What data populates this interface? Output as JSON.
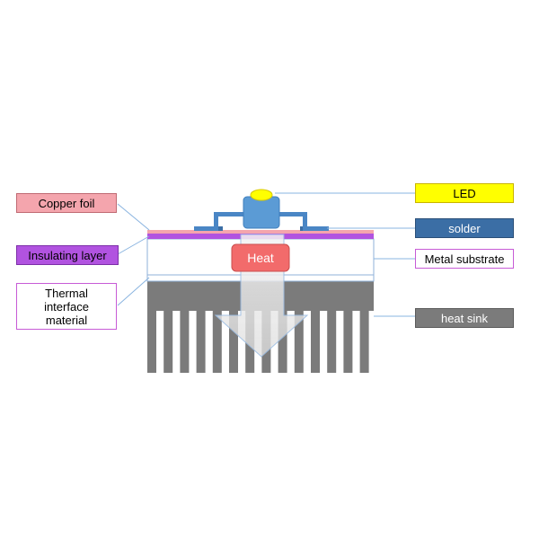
{
  "labels": {
    "copper_foil": "Copper foil",
    "insulating_layer": "Insulating layer",
    "thermal_interface_line1": "Thermal",
    "thermal_interface_line2": "interface",
    "thermal_interface_line3": "material",
    "led": "LED",
    "solder": "solder",
    "metal_substrate": "Metal substrate",
    "heat_sink": "heat sink",
    "heat": "Heat"
  },
  "colors": {
    "copper_foil": "#f4a5ad",
    "insulating_layer": "#b153e0",
    "led_yellow": "#ffff00",
    "solder_blue": "#3b6ea5",
    "heat_sink_gray": "#7b7b7b",
    "heat_red": "#f26b6b",
    "package_blue": "#5b9bd5",
    "lead_frame_blue": "#4a86c5",
    "leader_line": "#8ab4e0"
  }
}
